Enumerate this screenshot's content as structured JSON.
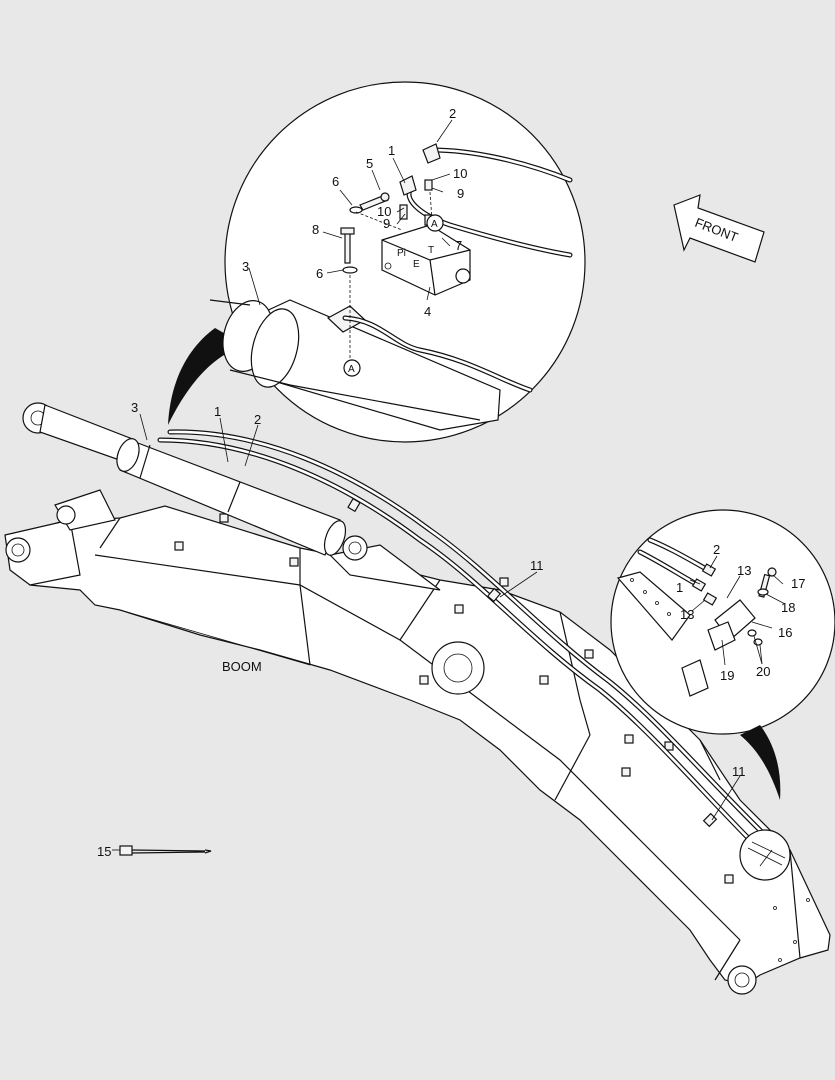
{
  "labels": {
    "boom": "BOOM",
    "front": "FRONT",
    "view_a": "A",
    "port_pi": "Pi",
    "port_t": "T",
    "port_e": "E"
  },
  "callouts": {
    "c1_top": "1",
    "c2_top": "2",
    "c3_top": "3",
    "c4": "4",
    "c5": "5",
    "c6a": "6",
    "c6b": "6",
    "c7": "7",
    "c8": "8",
    "c9a": "9",
    "c9b": "9",
    "c10a": "10",
    "c10b": "10",
    "c3_main": "3",
    "c1_main": "1",
    "c2_main": "2",
    "c11a": "11",
    "c11b": "11",
    "c15": "15",
    "c2_det": "2",
    "c1_det": "1",
    "c13a": "13",
    "c13b": "13",
    "c16": "16",
    "c17": "17",
    "c18": "18",
    "c19": "19",
    "c20": "20"
  },
  "colors": {
    "background": "#e8e8e8",
    "line": "#111111",
    "fill": "#ffffff"
  }
}
